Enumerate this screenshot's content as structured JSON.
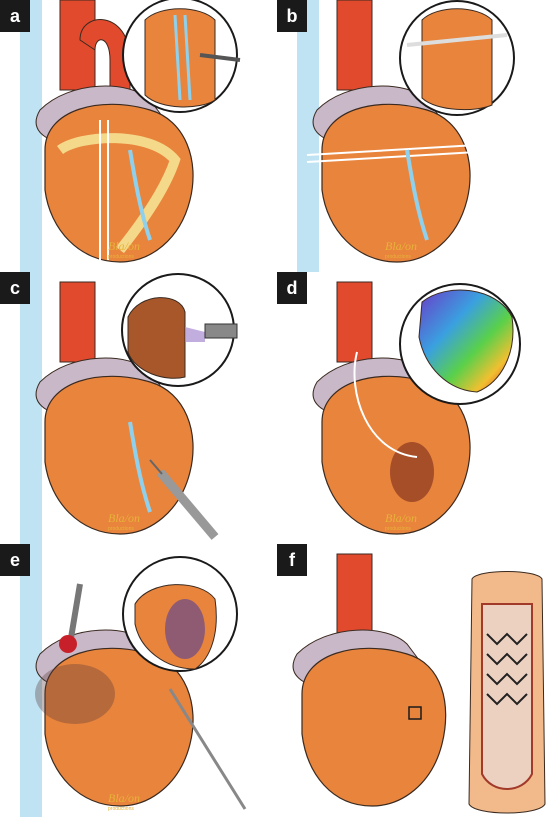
{
  "panels": [
    {
      "label": "a",
      "logo": "Bla/on",
      "logo_sub": "productions"
    },
    {
      "label": "b",
      "logo": "Bla/on",
      "logo_sub": "productions"
    },
    {
      "label": "c",
      "logo": "Bla/on",
      "logo_sub": "productions"
    },
    {
      "label": "d",
      "logo": "Bla/on",
      "logo_sub": "productions"
    },
    {
      "label": "e",
      "logo": "Bla/on",
      "logo_sub": "productions"
    },
    {
      "label": "f"
    }
  ],
  "colors": {
    "heart": "#e8843c",
    "heart_light": "#f4b070",
    "fat": "#f5d98a",
    "aorta": "#e24a2e",
    "vein_blue": "#8fd0ec",
    "pericardium": "#c9b8c8",
    "outline": "#3a2a20"
  }
}
